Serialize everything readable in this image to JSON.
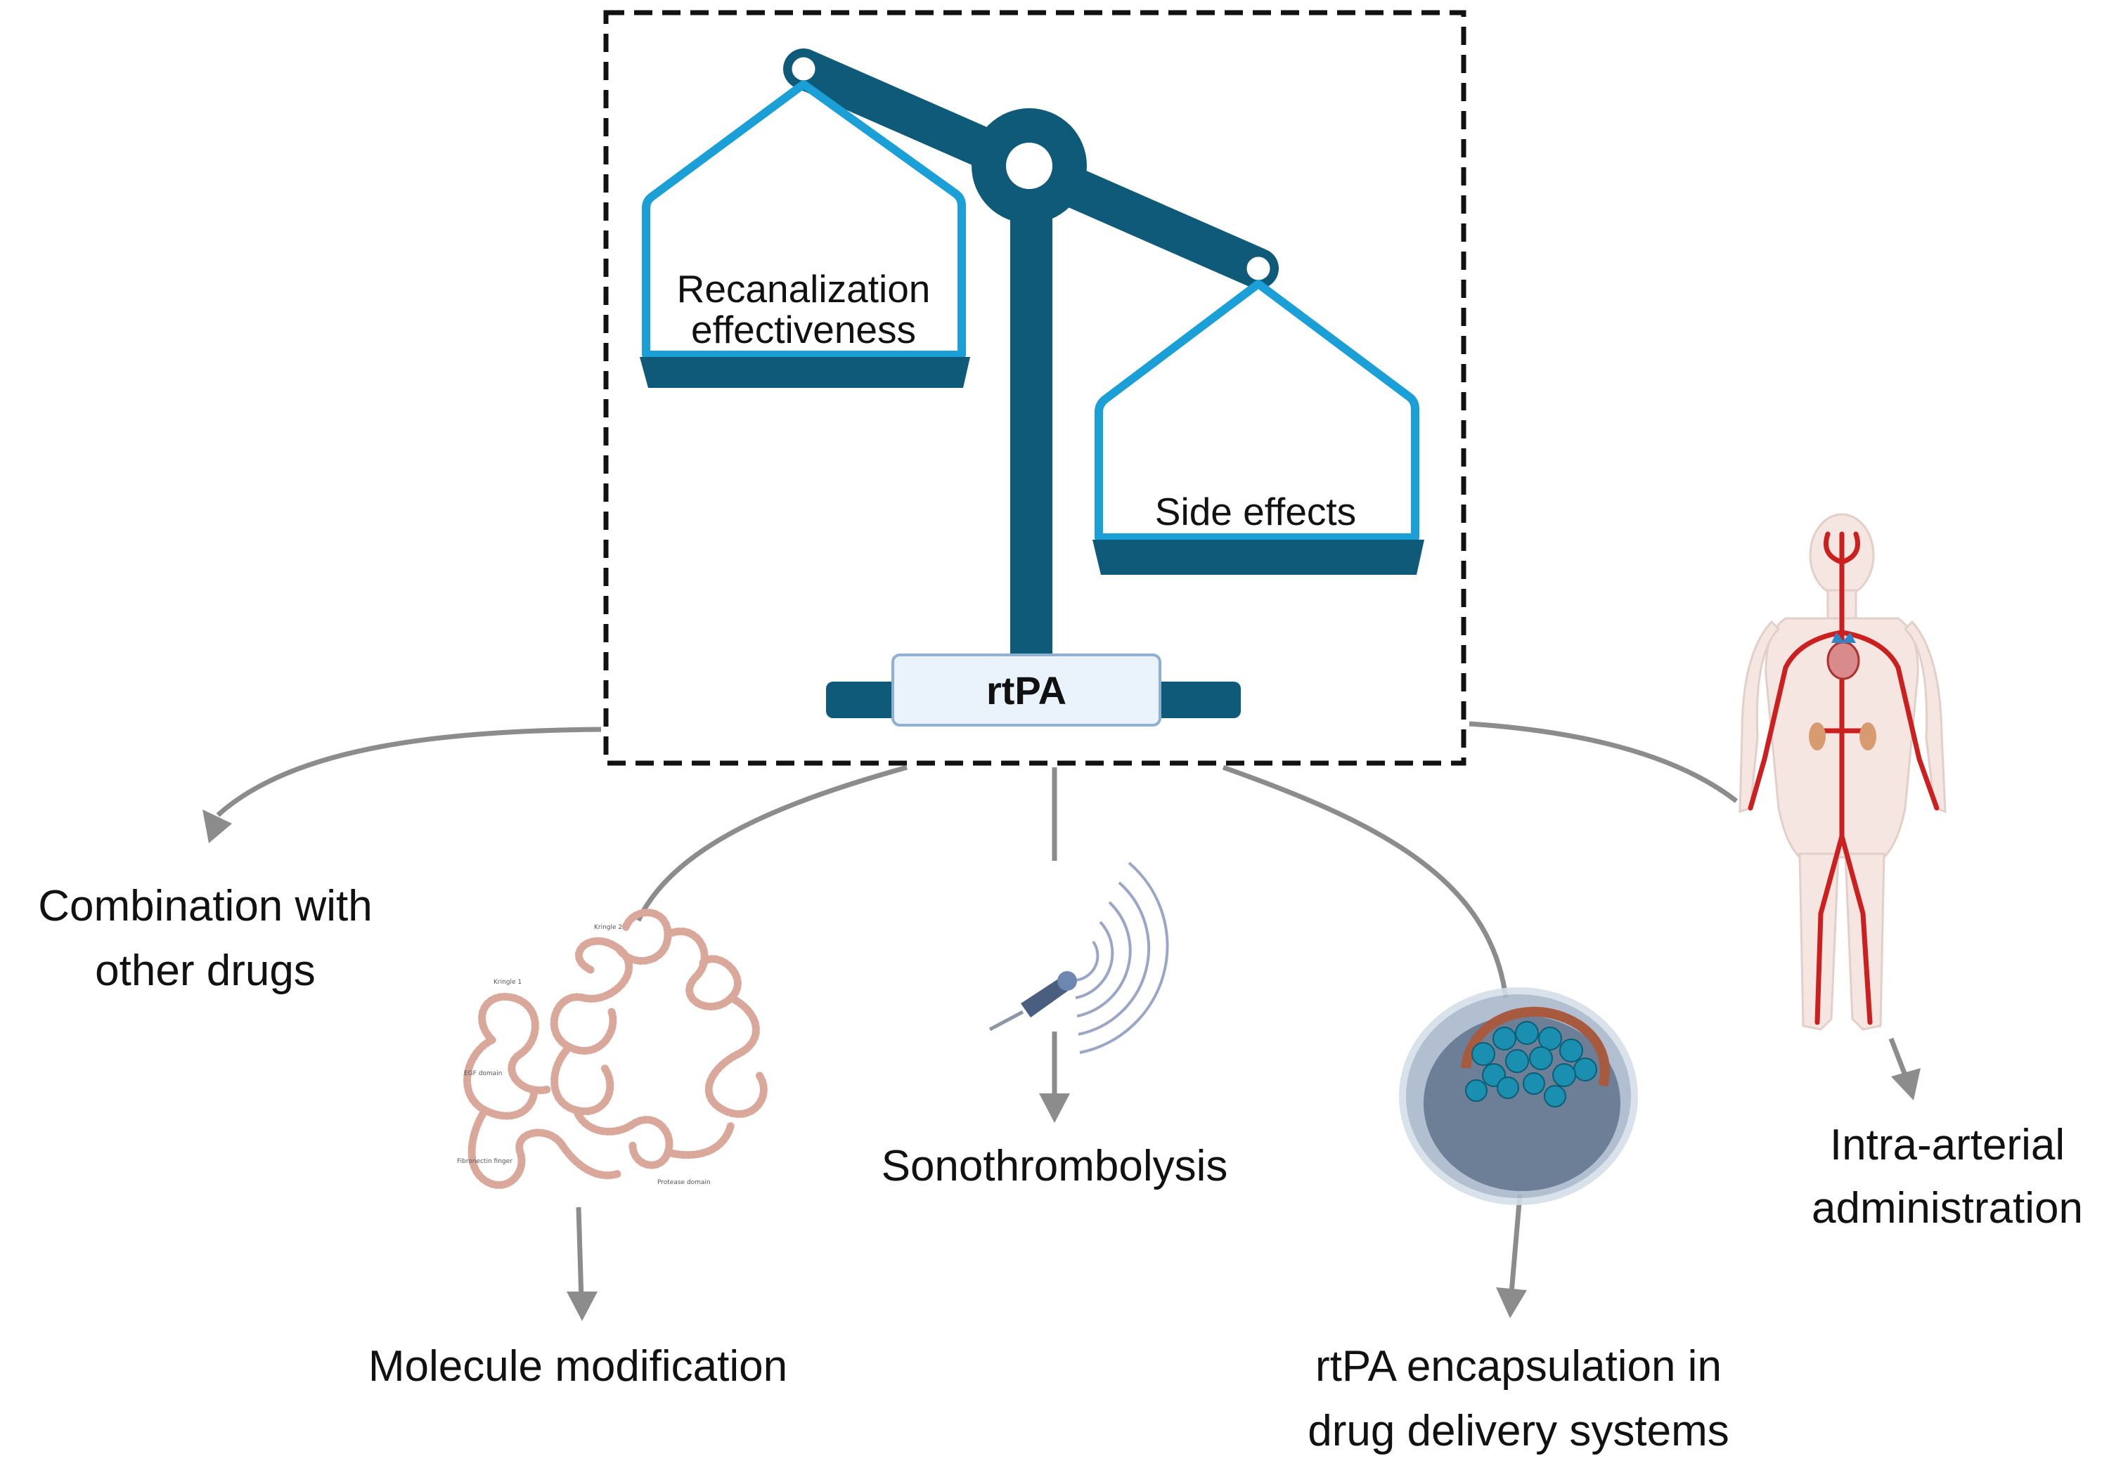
{
  "balance": {
    "left_pan_lines": [
      "Recanalization",
      "effectiveness"
    ],
    "right_pan": "Side effects",
    "base_label": "rtPA"
  },
  "strategies": {
    "combination": [
      "Combination with",
      "other drugs"
    ],
    "molecule": "Molecule modification",
    "sono": "Sonothrombolysis",
    "encapsulation": [
      "rtPA encapsulation in",
      "drug delivery systems"
    ],
    "intra_arterial": [
      "Intra-arterial",
      "administration"
    ]
  },
  "molecule_tags": {
    "kringle2": "Kringle 2",
    "kringle1": "Kringle 1",
    "egf": "EGF domain",
    "finger": "Fibronectin finger",
    "protease": "Protease domain"
  },
  "colors": {
    "balance_dark": "#0f5a78",
    "pan_outline": "#1a9fd6",
    "base_box_fill": "#eaf2fb",
    "base_box_stroke": "#8fb0cf",
    "arrow": "#8c8c8c",
    "artery": "#cc1f1f",
    "particle": "#1a8fb0"
  }
}
